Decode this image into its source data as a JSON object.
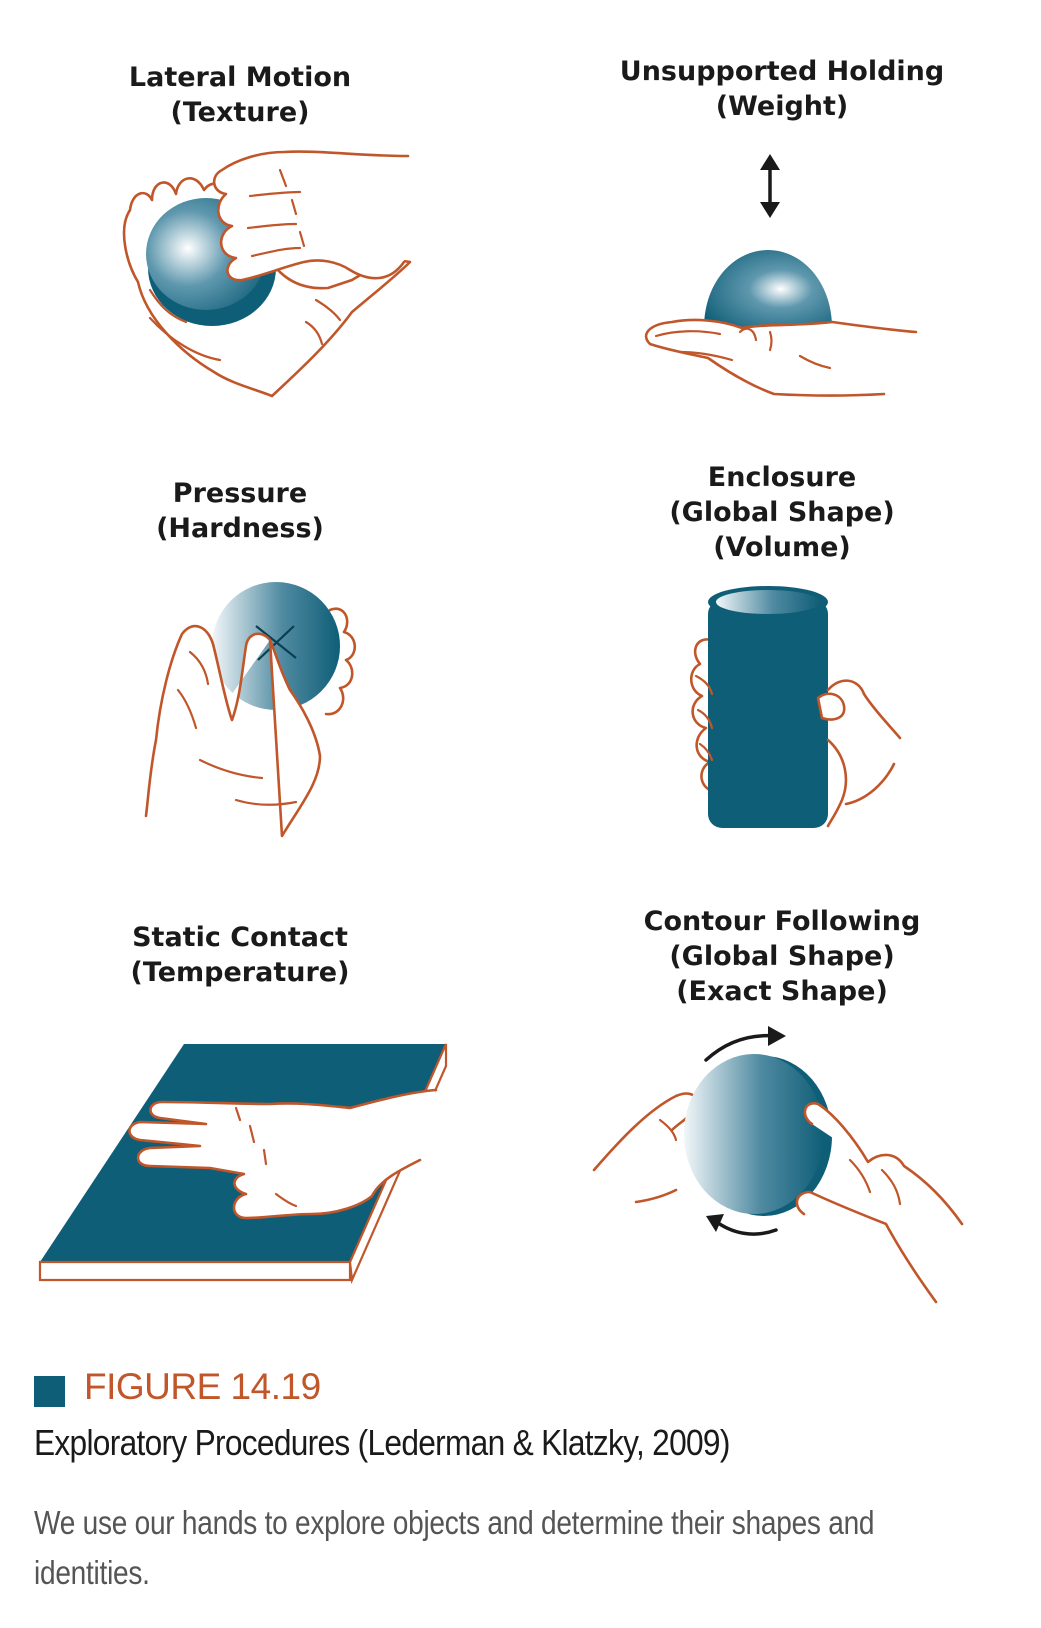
{
  "panels": {
    "lateral_motion": {
      "line1": "Lateral Motion",
      "line2": "(Texture)"
    },
    "unsupported_holding": {
      "line1": "Unsupported Holding",
      "line2": "(Weight)"
    },
    "pressure": {
      "line1": "Pressure",
      "line2": "(Hardness)"
    },
    "enclosure": {
      "line1": "Enclosure",
      "line2": "(Global Shape)",
      "line3": "(Volume)"
    },
    "static_contact": {
      "line1": "Static Contact",
      "line2": "(Temperature)"
    },
    "contour_following": {
      "line1": "Contour Following",
      "line2": "(Global Shape)",
      "line3": "(Exact Shape)"
    }
  },
  "figure": {
    "number": "FIGURE 14.19",
    "title": "Exploratory Procedures (Lederman & Klatzky, 2009)",
    "caption": "We use our hands to explore objects and determine their shapes and identities."
  },
  "colors": {
    "object_teal": "#0f5e77",
    "hand_outline": "#c0562a",
    "figure_number": "#c0562a",
    "caption_gray": "#555555"
  }
}
